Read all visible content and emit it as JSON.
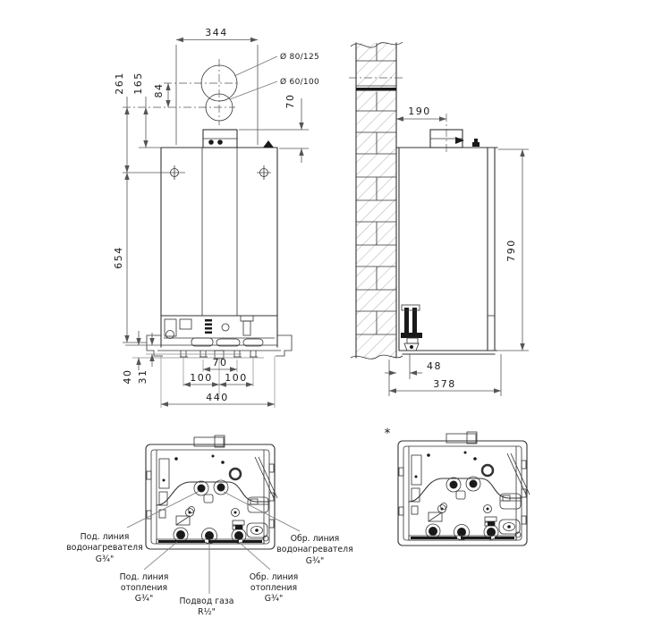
{
  "front_view": {
    "flue_spacing_horizontal": "344",
    "bracket_to_flue_axis": "261",
    "flue_axis_to_top": "165",
    "flue_axes_gap": "84",
    "collar_height": "70",
    "bracket_to_connections": "654",
    "offset_40": "40",
    "offset_31": "31",
    "connection_gap_70": "70",
    "connection_gap_100_left": "100",
    "connection_gap_100_right": "100",
    "overall_width": "440",
    "flue_label_large": "Ø 80/125",
    "flue_label_small": "Ø 60/100"
  },
  "side_view": {
    "wall_to_flue_axis": "190",
    "overall_height": "790",
    "wall_to_valve": "48",
    "overall_depth": "378"
  },
  "bottom_view": {
    "variant_marker": "*",
    "labels": {
      "dhw_supply": [
        "Под. линия",
        "водонагревателя",
        "G¾\""
      ],
      "heating_supply": [
        "Под. линия",
        "отопления",
        "G¾\""
      ],
      "gas_supply": [
        "Подвод газа",
        "R½\""
      ],
      "dhw_return": [
        "Обр. линия",
        "водонагревателя",
        "G¾\""
      ],
      "heating_return": [
        "Обр. линия",
        "отопления",
        "G¾\""
      ]
    }
  }
}
